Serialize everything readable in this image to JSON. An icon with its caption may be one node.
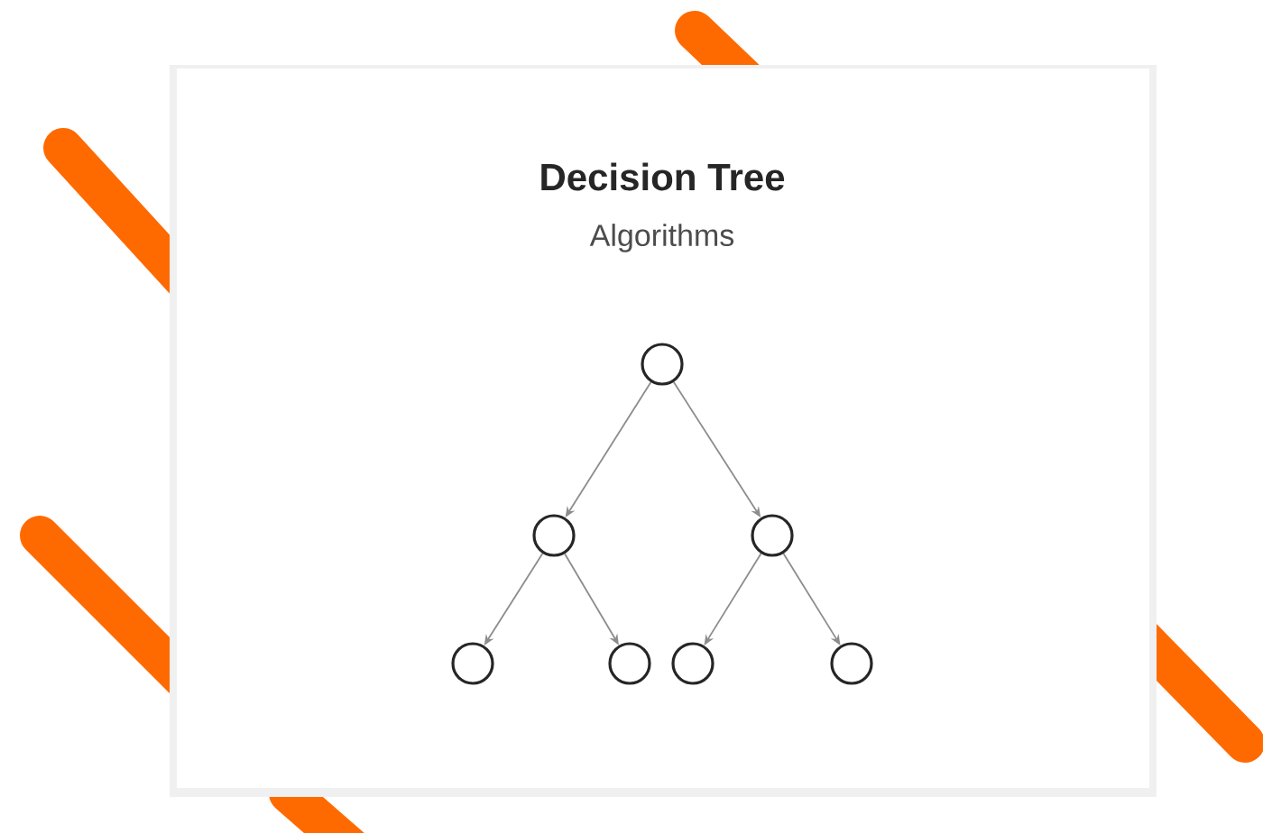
{
  "diagram": {
    "title": "Decision Tree",
    "nodes": [
      {
        "text": [],
        "shape": "circle"
      },
      {
        "text": [],
        "shape": "circle"
      },
      {
        "text": [],
        "shape": "circle"
      },
      {
        "text": [],
        "shape": "circle"
      },
      {
        "text": [],
        "shape": "circle"
      },
      {
        "text": [],
        "shape": "circle"
      },
      {
        "text": [],
        "shape": "circle"
      }
    ],
    "edges": [
      {
        "from": 0,
        "to": 1,
        "arrow": "to"
      },
      {
        "from": 0,
        "to": 2,
        "arrow": "to"
      },
      {
        "from": 1,
        "to": 3,
        "arrow": "to"
      },
      {
        "from": 1,
        "to": 4,
        "arrow": "to"
      },
      {
        "from": 2,
        "to": 5,
        "arrow": "to"
      },
      {
        "from": 2,
        "to": 6,
        "arrow": "to"
      }
    ],
    "labels": [
      "Algorithms"
    ]
  }
}
